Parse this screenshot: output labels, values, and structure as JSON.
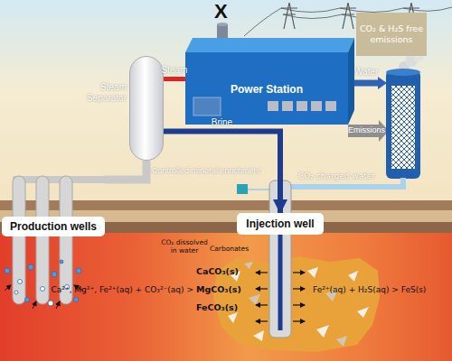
{
  "diagram": {
    "nodes": [
      {
        "text": [
          "CO₂ & H₂S free emissions"
        ]
      },
      {
        "text": [
          "Power Station"
        ]
      },
      {
        "text": [
          "Steam Separator"
        ]
      },
      {
        "text": [
          "Production wells"
        ]
      },
      {
        "text": [
          "Injection well"
        ]
      }
    ],
    "edges": [
      {
        "from": 2,
        "to": 1,
        "label": "Steam",
        "arrow": "none"
      },
      {
        "from": 2,
        "to": 4,
        "label": "Brine",
        "arrow": "to"
      },
      {
        "from": 3,
        "to": 2,
        "arrow": "none"
      }
    ],
    "labels": [
      "X",
      "Water",
      "Emissions",
      "Controlled mineral enrichment",
      "CO₂ charged water",
      "CO₂ dissolved in water",
      "Carbonates",
      "Ca²⁺, Mg²⁺, Fe²⁺(aq) + CO₃²⁻(aq) >",
      "CaCO₃(s)",
      "MgCO₃(s)",
      "FeCO₃(s)",
      "Fe²⁺(aq) + H₂S(aq) > FeS(s)"
    ]
  }
}
